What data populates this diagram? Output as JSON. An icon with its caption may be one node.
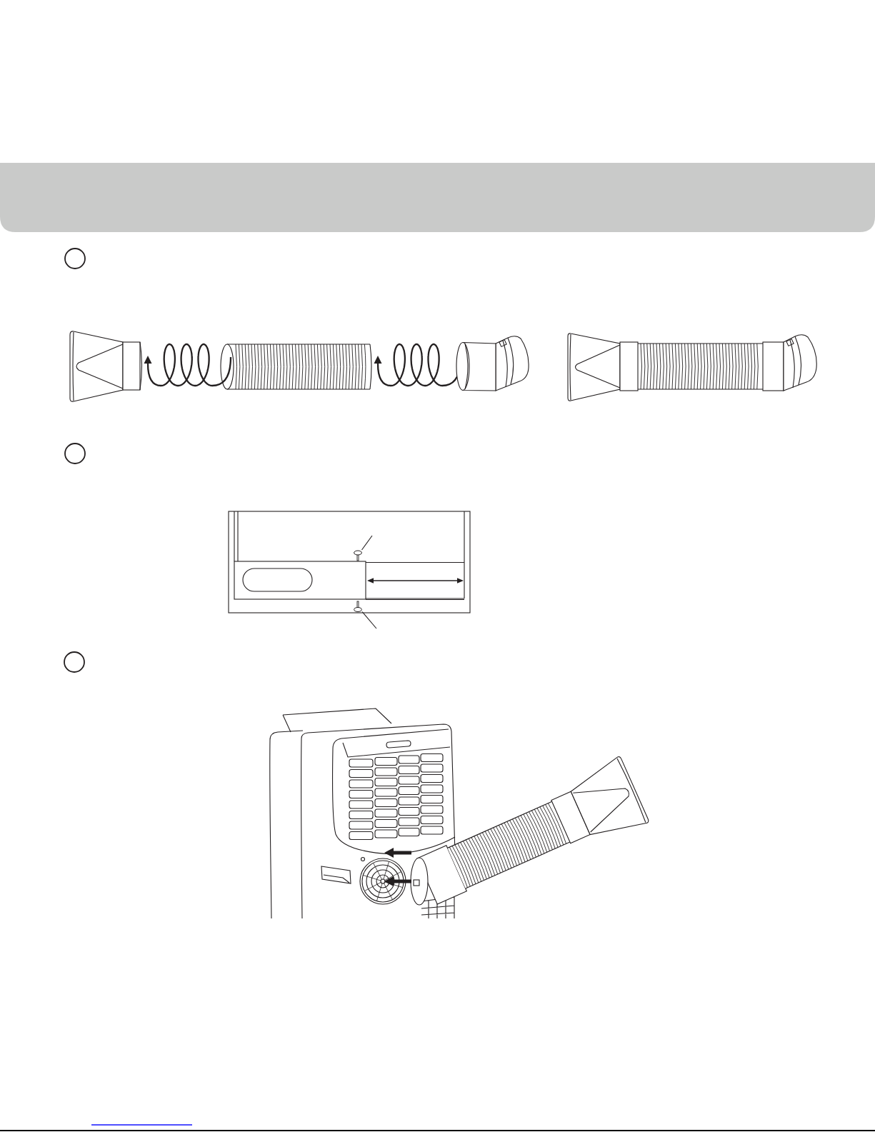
{
  "diagram": {
    "nodes": [
      {
        "text": [],
        "shape": "circle"
      },
      {
        "text": [],
        "shape": "circle"
      },
      {
        "text": [],
        "shape": "picture"
      },
      {
        "text": [],
        "shape": "picture"
      },
      {
        "text": [],
        "shape": "circle"
      }
    ],
    "edges": [
      {
        "from": null,
        "to": 2,
        "arrow": "none"
      },
      {
        "from": null,
        "to": 3,
        "arrow": "none"
      }
    ]
  }
}
